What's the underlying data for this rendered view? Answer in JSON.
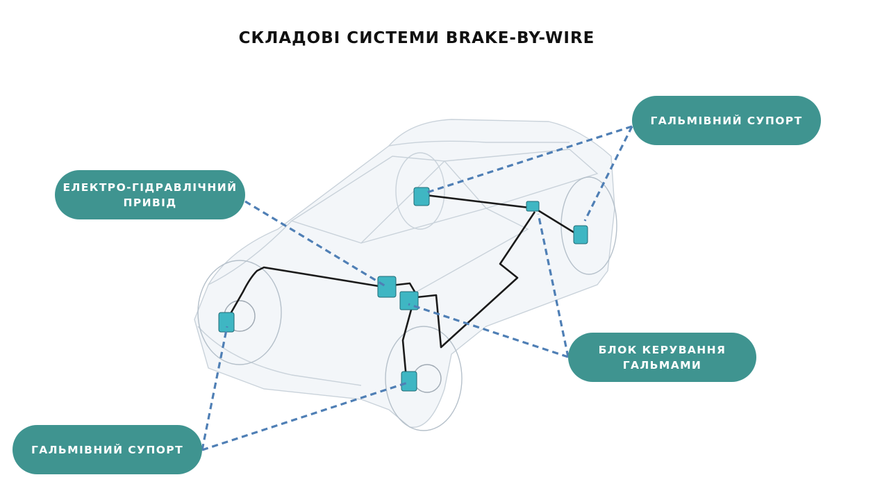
{
  "title": "СКЛАДОВІ СИСТЕМИ BRAKE-BY-WIRE",
  "colors": {
    "pill": "#3f9490",
    "dash": "#4f7fb5",
    "component": "#3fb6c3",
    "line": "#1b1b1b"
  },
  "labels": {
    "caliper_top_right": {
      "lines": [
        "ГАЛЬМІВНИЙ СУПОРТ"
      ]
    },
    "actuator": {
      "lines": [
        "ЕЛЕКТРО-ГІДРАВЛІЧНИЙ",
        "ПРИВІД"
      ]
    },
    "control_unit": {
      "lines": [
        "БЛОК КЕРУВАННЯ",
        "ГАЛЬМАМИ"
      ]
    },
    "caliper_bottom_left": {
      "lines": [
        "ГАЛЬМІВНИЙ СУПОРТ"
      ]
    }
  }
}
